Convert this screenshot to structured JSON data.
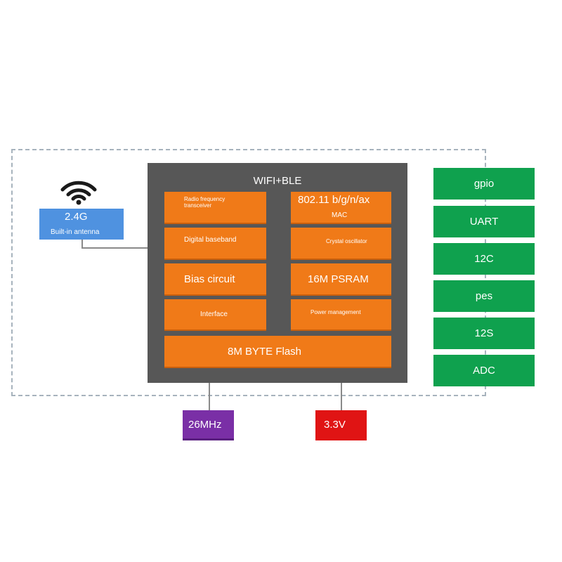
{
  "chip": {
    "title": "WIFI+BLE",
    "blocks": {
      "rf": "Radio frequency transceiver",
      "baseband": "Digital baseband",
      "bias": "Bias circuit",
      "interface": "Interface",
      "wifi_std": "802.11 b/g/n/ax",
      "mac": "MAC",
      "crystal": "Crystal oscillator",
      "psram": "16M PSRAM",
      "power": "Power management",
      "flash": "8M BYTE Flash"
    }
  },
  "antenna": {
    "freq": "2.4G",
    "label": "Built-in antenna",
    "icon": "wifi-icon"
  },
  "peripherals": [
    "gpio",
    "UART",
    "12C",
    "pes",
    "12S",
    "ADC"
  ],
  "bottom": {
    "clock": "26MHz",
    "power": "3.3V"
  },
  "colors": {
    "chip": "#575757",
    "block": "#f07a18",
    "peripheral": "#0fa14e",
    "antenna": "#4f92e0",
    "clock": "#7a2fa6",
    "power": "#e01414"
  }
}
